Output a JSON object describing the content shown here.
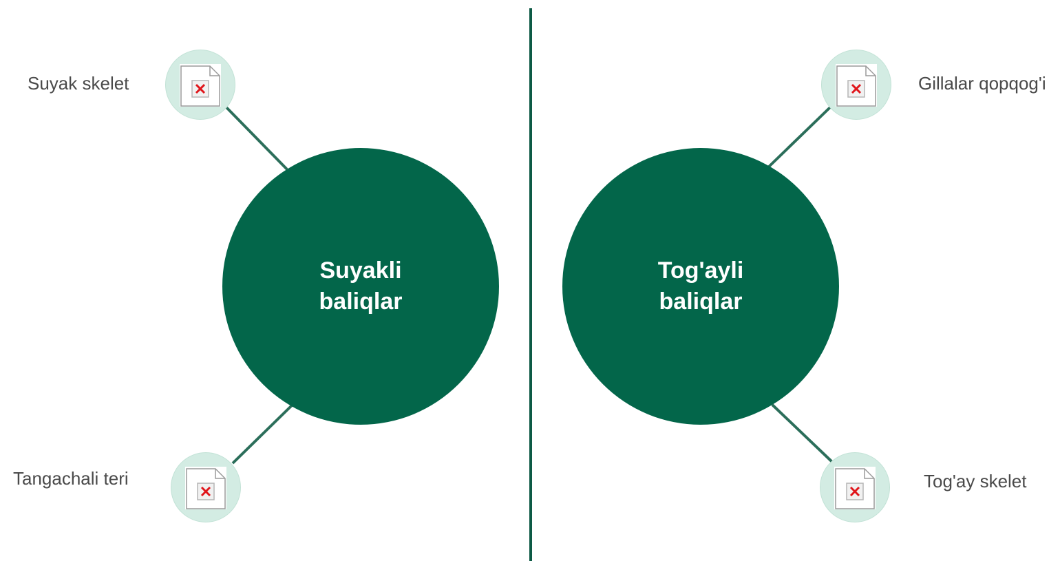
{
  "left_group": {
    "title": "Suyakli\nbaliqlar",
    "features": [
      {
        "label": "Suyak skelet",
        "icon": "broken-image-icon"
      },
      {
        "label": "Tangachali teri",
        "icon": "broken-image-icon"
      }
    ]
  },
  "right_group": {
    "title": "Tog'ayli\nbaliqlar",
    "features": [
      {
        "label": "Gillalar qopqog'i",
        "icon": "broken-image-icon"
      },
      {
        "label": "Tog'ay skelet",
        "icon": "broken-image-icon"
      }
    ]
  },
  "colors": {
    "hub": "#03664a",
    "divider": "#0d5a45",
    "node": "#d3ece3",
    "connector": "#2b6e5a",
    "label": "#4a4a4a"
  }
}
